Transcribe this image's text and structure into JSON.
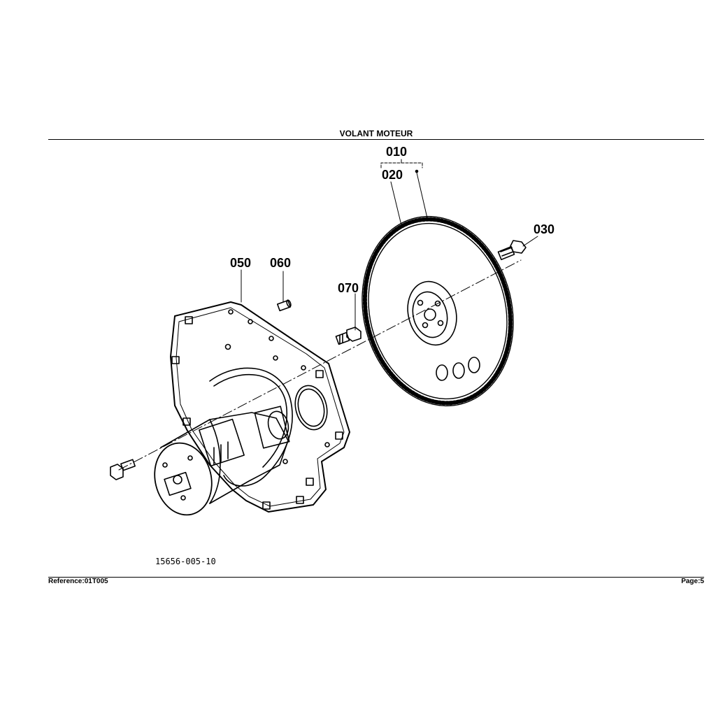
{
  "header": {
    "title": "VOLANT MOTEUR"
  },
  "callouts": {
    "c010": "010",
    "c020": "020",
    "c030": "030",
    "c050": "050",
    "c060": "060",
    "c070": "070"
  },
  "drawing_number": "15656-005-10",
  "footer": {
    "reference": "Reference:01T005",
    "page": "Page:5"
  }
}
